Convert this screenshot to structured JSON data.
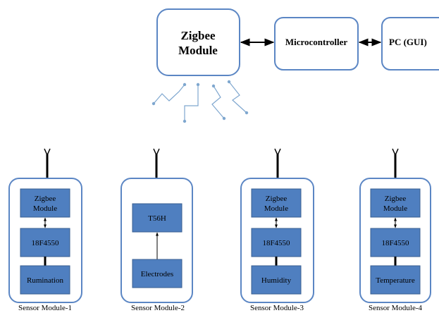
{
  "top": {
    "zigbee_line1": "Zigbee",
    "zigbee_line2": "Module",
    "microcontroller": "Microcontroller",
    "pc": "PC (GUI)"
  },
  "sensor_modules": [
    {
      "caption": "Sensor Module-1",
      "box1_line1": "Zigbee",
      "box1_line2": "Module",
      "box2": "18F4550",
      "box3": "Rumination"
    },
    {
      "caption": "Sensor Module-2",
      "box_top": "T56H",
      "box_bottom": "Electrodes"
    },
    {
      "caption": "Sensor Module-3",
      "box1_line1": "Zigbee",
      "box1_line2": "Module",
      "box2": "18F4550",
      "box3": "Humidity"
    },
    {
      "caption": "Sensor Module-4",
      "box1_line1": "Zigbee",
      "box1_line2": "Module",
      "box2": "18F4550",
      "box3": "Temperature"
    }
  ],
  "colors": {
    "box_fill": "#4f7fc0",
    "box_stroke": "#3a5f91",
    "module_stroke": "#5b86c4",
    "wave": "#7fa7cf"
  }
}
